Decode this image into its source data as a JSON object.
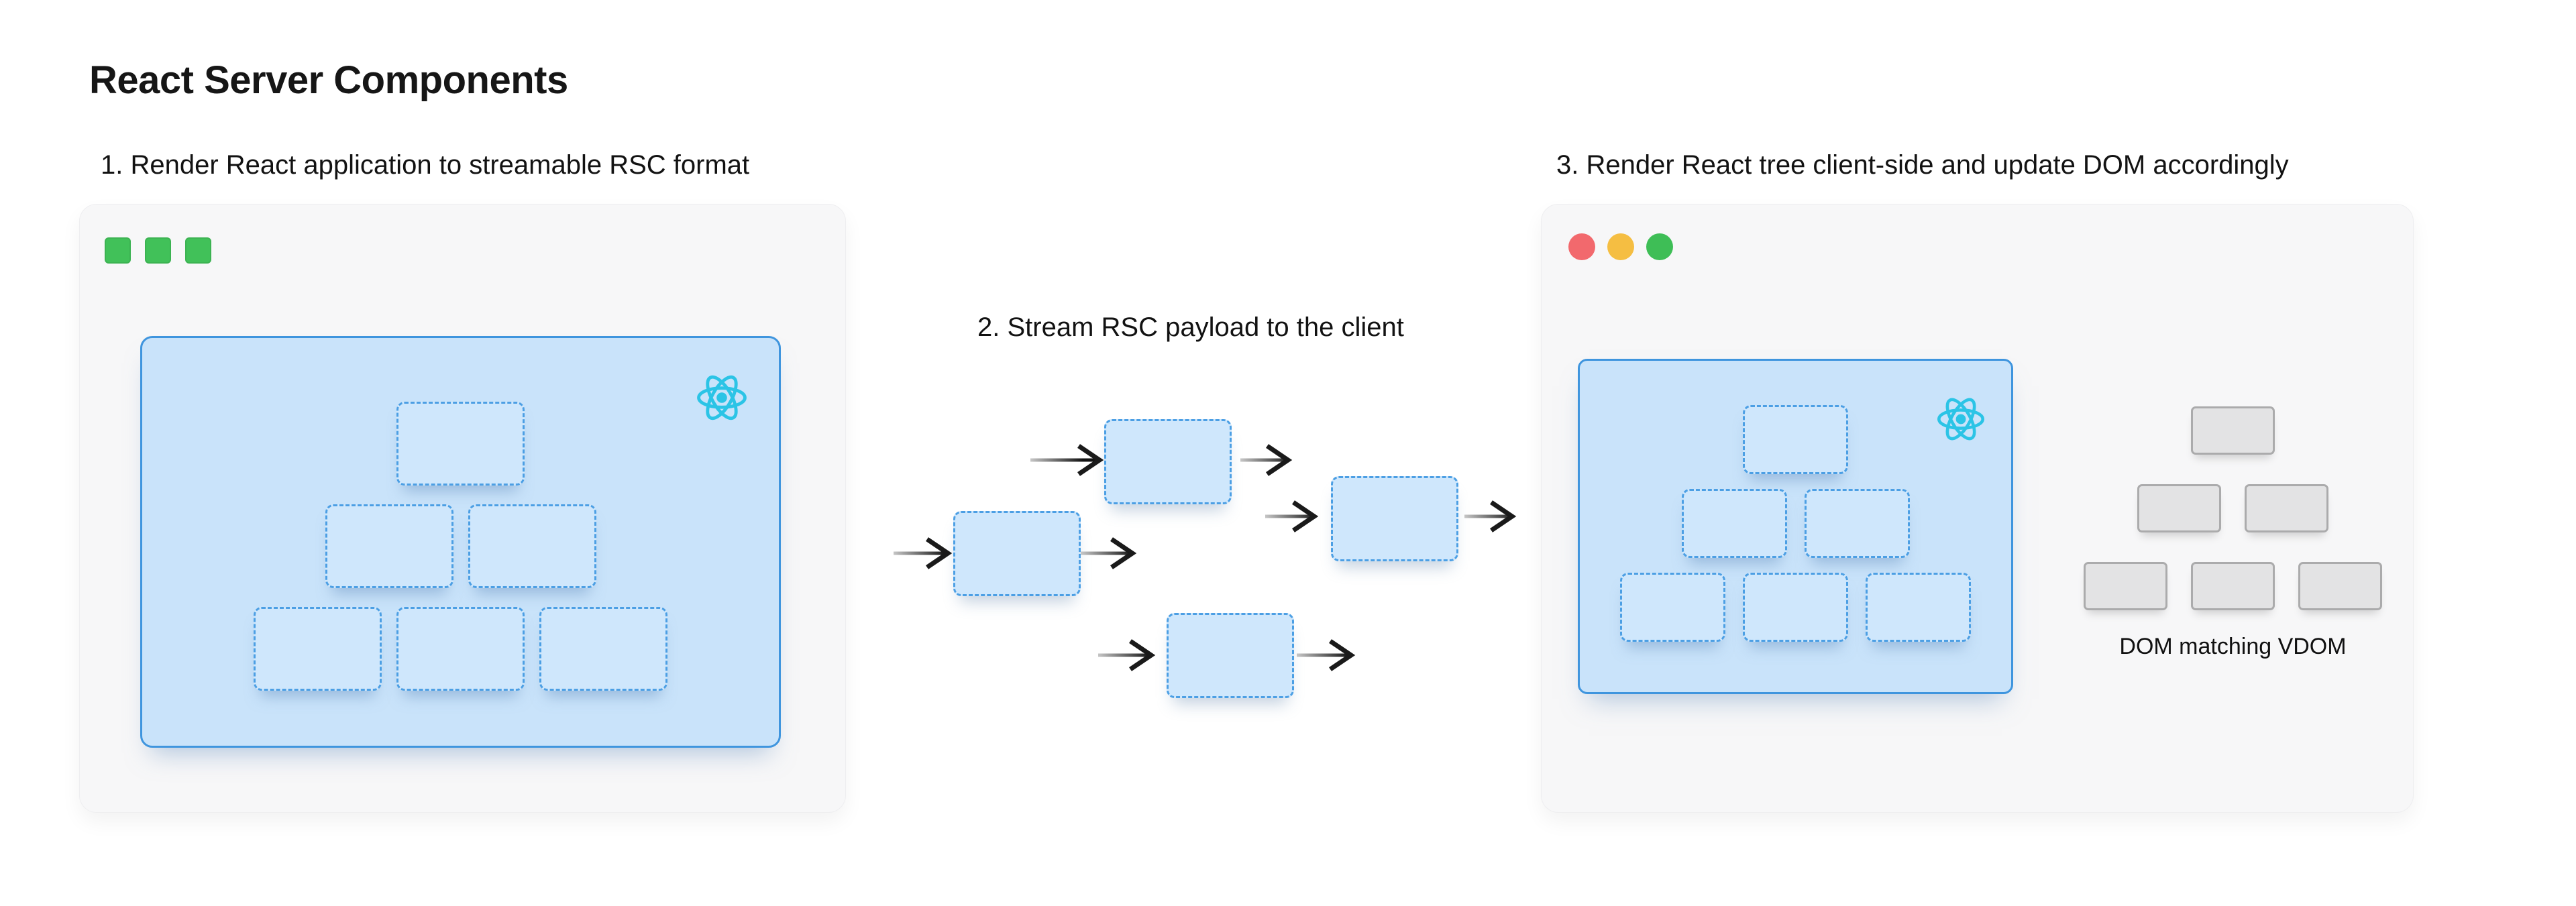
{
  "page": {
    "title": "React Server Components"
  },
  "steps": {
    "step1_label": "1. Render React application to streamable RSC format",
    "step2_label": "2. Stream RSC payload to the client",
    "step3_label": "3. Render React tree client-side and update DOM accordingly"
  },
  "server_window": {
    "controls": "three green squares",
    "content": "React component tree of 6 dashed placeholder boxes (1-2-3 pyramid) with React logo"
  },
  "stream": {
    "chunks": 4,
    "arrows": 8,
    "description": "dashed RSC payload chunks flowing left to right with arrows"
  },
  "browser_window": {
    "traffic_lights": [
      "red",
      "yellow",
      "green"
    ],
    "content": "React component tree of 6 dashed placeholder boxes with React logo",
    "dom_label": "DOM matching VDOM",
    "dom_nodes": 6
  },
  "colors": {
    "card_bg": "#f7f7f8",
    "accent_blue_border": "#3f95de",
    "dashed_border": "#4c9fe4",
    "container_fill": "#c9e3fa",
    "box_fill": "#cfe7fc",
    "react_cyan": "#2bc4e6",
    "green_square": "#41c159",
    "traffic_red": "#f2696d",
    "traffic_yellow": "#f5be42",
    "traffic_green": "#3ebe56",
    "gray_box_fill": "#e3e3e4",
    "gray_box_border": "#ababac",
    "arrow_dark": "#1a1a1a",
    "arrow_light": "#c4c4c4"
  },
  "icons": {
    "react_logo": "react-logo-icon",
    "arrow": "arrow-right-icon",
    "window_square": "window-control-square",
    "traffic_light": "traffic-light-dot"
  }
}
